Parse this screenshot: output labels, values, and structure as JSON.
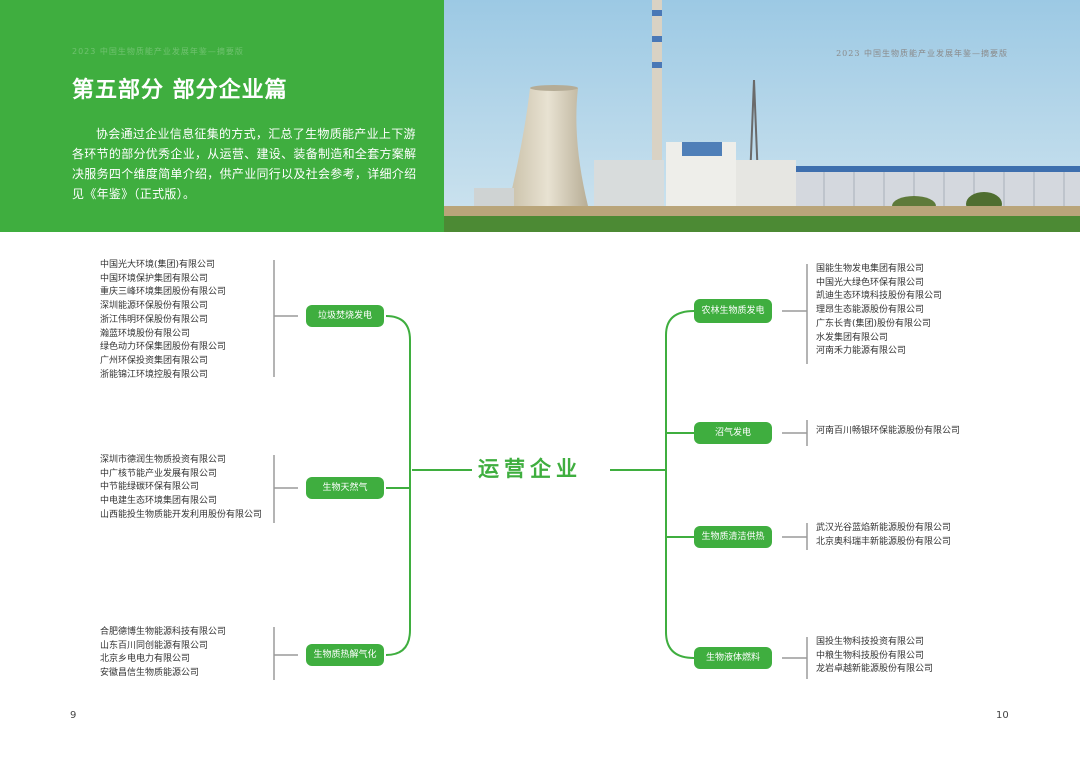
{
  "header": {
    "left_faint_title": "2023 中国生物质能产业发展年鉴—摘要版",
    "section_title": "第五部分  部分企业篇",
    "intro": "协会通过企业信息征集的方式，汇总了生物质能产业上下游各环节的部分优秀企业，从运营、建设、装备制造和全套方案解决服务四个维度简单介绍，供产业同行以及社会参考，详细介绍见《年鉴》（正式版）。",
    "book_title": "2023 中国生物质能产业发展年鉴—摘要版"
  },
  "center": {
    "label": "运营企业"
  },
  "left_categories": [
    {
      "name": "垃圾焚烧发电",
      "companies": [
        "中国光大环境(集团)有限公司",
        "中国环境保护集团有限公司",
        "重庆三峰环境集团股份有限公司",
        "深圳能源环保股份有限公司",
        "浙江伟明环保股份有限公司",
        "瀚蓝环境股份有限公司",
        "绿色动力环保集团股份有限公司",
        "广州环保投资集团有限公司",
        "浙能锦江环境控股有限公司"
      ]
    },
    {
      "name": "生物天然气",
      "companies": [
        "深圳市德润生物质投资有限公司",
        "中广核节能产业发展有限公司",
        "中节能绿碳环保有限公司",
        "中电建生态环境集团有限公司",
        "山西能投生物质能开发利用股份有限公司"
      ]
    },
    {
      "name": "生物质热解气化",
      "companies": [
        "合肥德博生物能源科技有限公司",
        "山东百川同创能源有限公司",
        "北京乡电电力有限公司",
        "安徽昌信生物质能源公司"
      ]
    }
  ],
  "right_categories": [
    {
      "name": "农林生物质发电",
      "companies": [
        "国能生物发电集团有限公司",
        "中国光大绿色环保有限公司",
        "凯迪生态环境科技股份有限公司",
        "理昂生态能源股份有限公司",
        "广东长青(集团)股份有限公司",
        "水发集团有限公司",
        "河南禾力能源有限公司"
      ]
    },
    {
      "name": "沼气发电",
      "companies": [
        "河南百川畅银环保能源股份有限公司"
      ]
    },
    {
      "name": "生物质清洁供热",
      "companies": [
        "武汉光谷蓝焰新能源股份有限公司",
        "北京奥科瑞丰新能源股份有限公司"
      ]
    },
    {
      "name": "生物液体燃料",
      "companies": [
        "国投生物科技投资有限公司",
        "中粮生物科技股份有限公司",
        "龙岩卓越新能源股份有限公司"
      ]
    }
  ],
  "page_numbers": {
    "left": "9",
    "right": "10"
  },
  "colors": {
    "accent_green": "#3fae3f",
    "list_bar_gray": "#9a9a9a"
  }
}
